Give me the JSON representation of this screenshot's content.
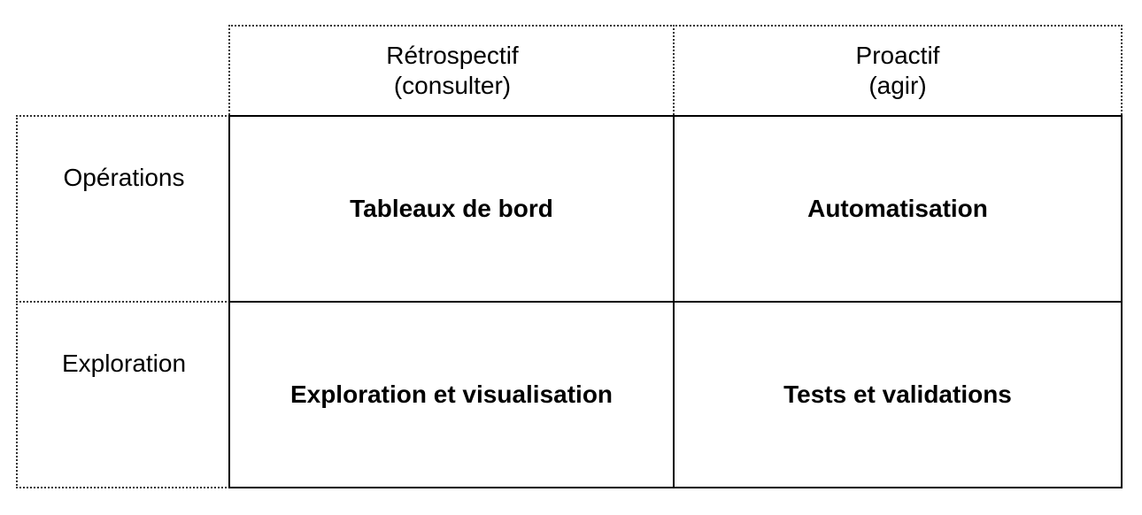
{
  "columns": [
    {
      "line1": "Rétrospectif",
      "line2": "(consulter)"
    },
    {
      "line1": "Proactif",
      "line2": "(agir)"
    }
  ],
  "rows": [
    {
      "label": "Opérations"
    },
    {
      "label": "Exploration"
    }
  ],
  "cells": [
    [
      "Tableaux de bord",
      "Automatisation"
    ],
    [
      "Exploration et visualisation",
      "Tests et validations"
    ]
  ]
}
